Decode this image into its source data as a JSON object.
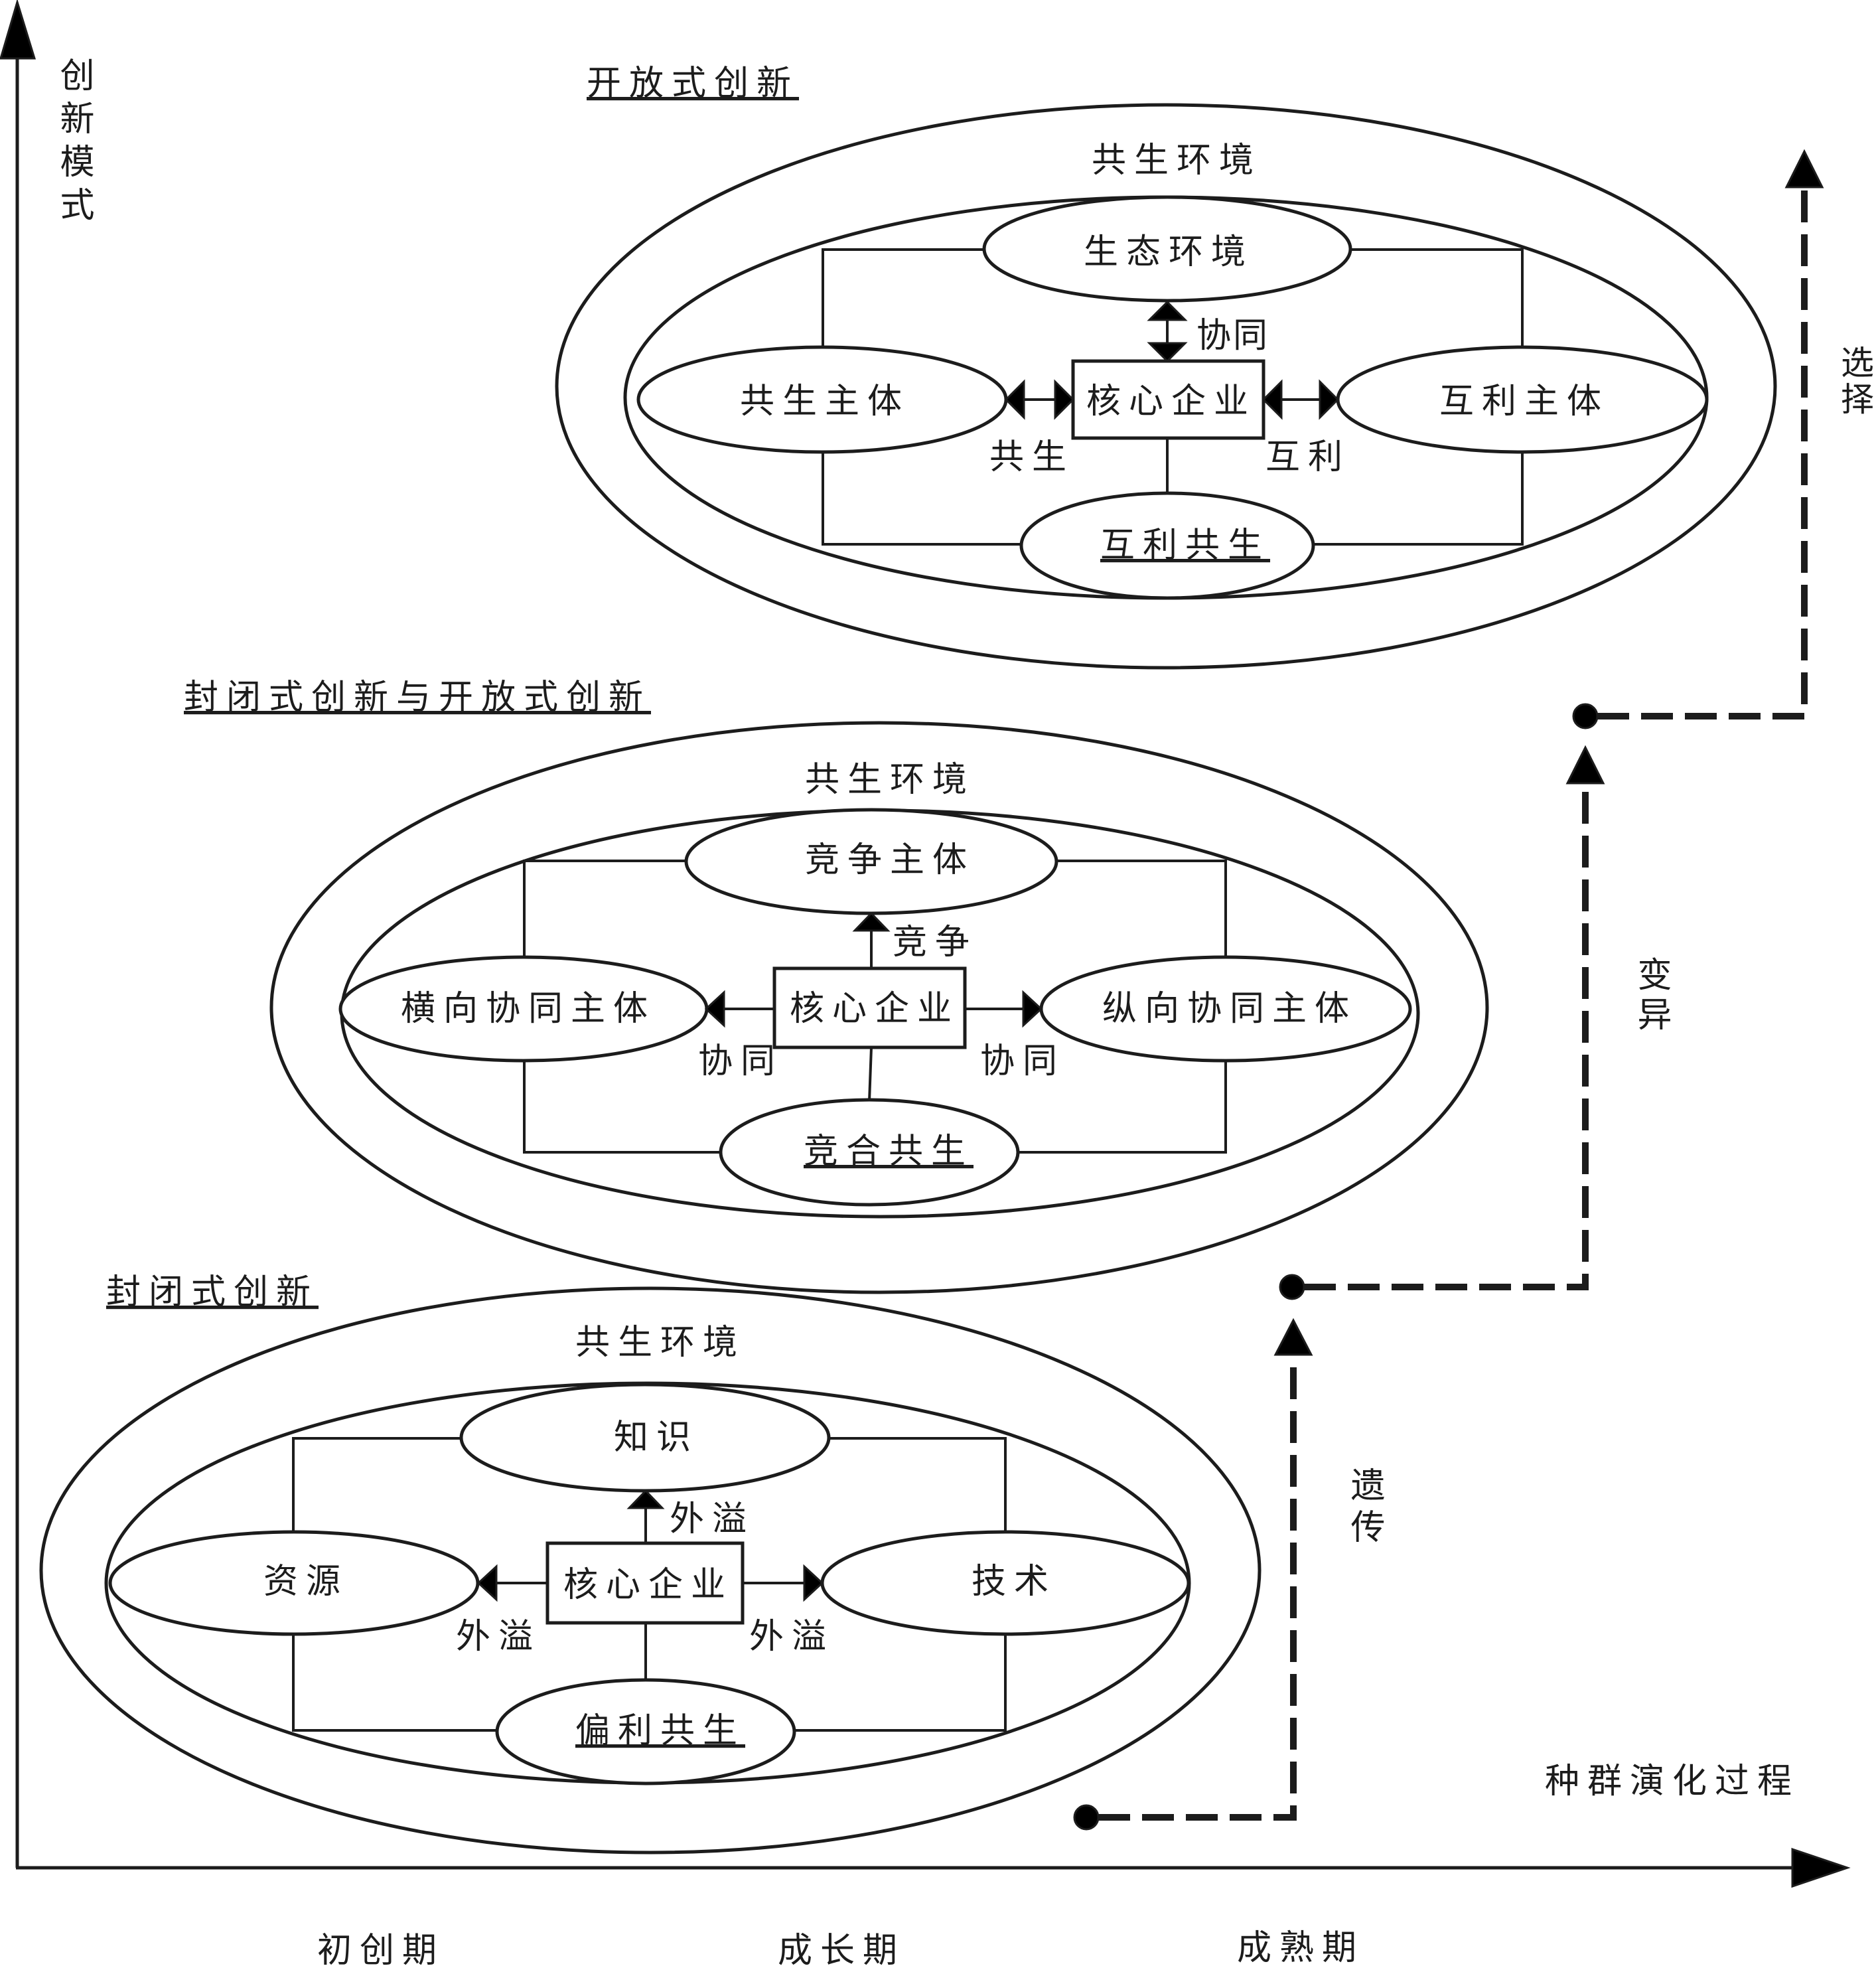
{
  "colors": {
    "line": "#1c1c1c",
    "background": "#ffffff"
  },
  "y_axis_label": "创新模式",
  "x_axis_label": "种群演化过程",
  "stages": [
    "初创期",
    "成长期",
    "成熟期"
  ],
  "modes": {
    "open": {
      "title": "开放式创新",
      "environment": "共生环境",
      "core": "核心企业",
      "top_node": "生态环境",
      "left_node": "共生主体",
      "right_node": "互利主体",
      "bottom_node": "互利共生",
      "top_relation": "协同",
      "left_relation": "共生",
      "right_relation": "互利"
    },
    "hybrid": {
      "title": "封闭式创新与开放式创新",
      "environment": "共生环境",
      "core": "核心企业",
      "top_node": "竞争主体",
      "left_node": "横向协同主体",
      "right_node": "纵向协同主体",
      "bottom_node": "竞合共生",
      "top_relation": "竞争",
      "left_relation": "协同",
      "right_relation": "协同"
    },
    "closed": {
      "title": "封闭式创新",
      "environment": "共生环境",
      "core": "核心企业",
      "top_node": "知识",
      "left_node": "资源",
      "right_node": "技术",
      "bottom_node": "偏利共生",
      "top_relation": "外溢",
      "left_relation": "外溢",
      "right_relation": "外溢"
    }
  },
  "evolution_path": {
    "steps": [
      "遗传",
      "变异",
      "选择"
    ]
  }
}
